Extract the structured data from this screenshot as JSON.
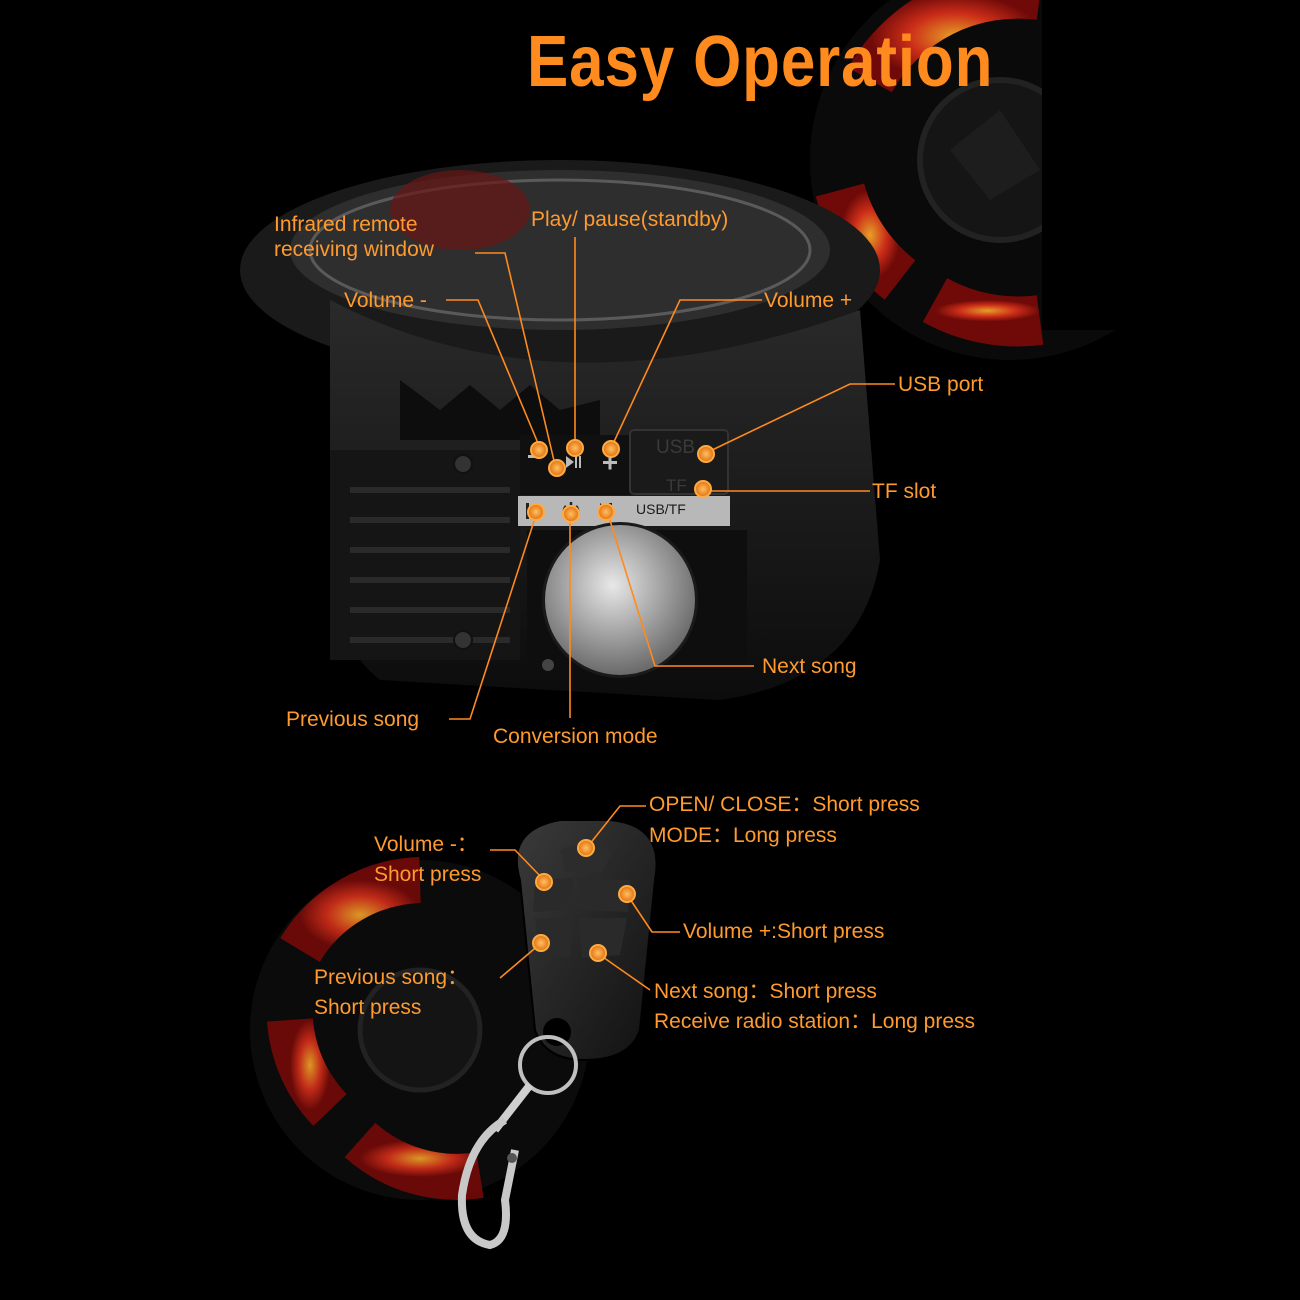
{
  "page": {
    "title": "Easy Operation",
    "accent_color": "#FF8A1E",
    "background_color": "#000000"
  },
  "speaker_labels": {
    "infrared_line1": "Infrared remote",
    "infrared_line2": "receiving window",
    "play_pause": "Play/ pause(standby)",
    "volume_minus": "Volume -",
    "volume_plus": "Volume +",
    "usb_port": "USB port",
    "tf_slot": "TF slot",
    "next_song": "Next song",
    "previous_song": "Previous song",
    "conversion_mode": "Conversion mode"
  },
  "speaker_panel": {
    "usb_tf_label": "USB/TF",
    "usb_slot_text": "USB",
    "tf_slot_text": "TF"
  },
  "remote_labels": {
    "open_close": "OPEN/ CLOSE：Short press",
    "mode": "MODE：Long press",
    "volume_minus_line1": "Volume -：",
    "volume_minus_line2": "Short press",
    "volume_plus": "Volume +:Short press",
    "previous_line1": "Previous song：",
    "previous_line2": "Short press",
    "next_song": "Next song：Short press",
    "radio": "Receive radio station：Long press"
  },
  "icons": [
    "prev-icon",
    "power-icon",
    "next-icon",
    "play-pause-icon",
    "minus-icon",
    "plus-icon",
    "keychain-icon"
  ]
}
